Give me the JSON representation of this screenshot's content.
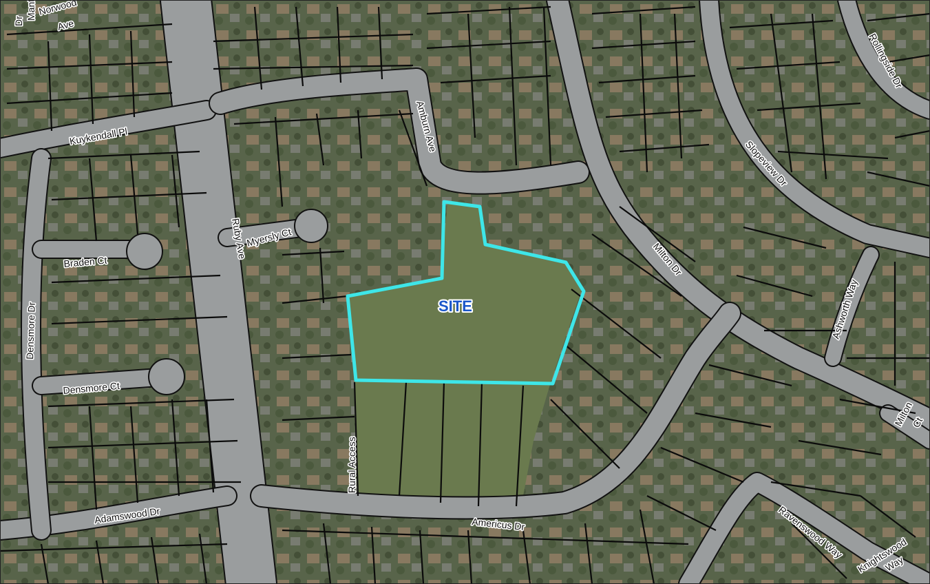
{
  "map": {
    "site_label": "SITE",
    "colors": {
      "site_outline": "#3ee6e8",
      "site_label": "#1a56c9",
      "parcel_lines": "#0b0b0b",
      "road_surface": "#9a9d9e",
      "vegetation": "#5d6a4e"
    },
    "street_labels": {
      "norwood_ave_1": "Norwood",
      "norwood_ave_2": "Ave",
      "mantis_dr_1": "Mantis",
      "mantis_dr_2": "Dr",
      "kuykendall_pl": "Kuykendall Pl",
      "amburn_ave": "Amburn Ave",
      "rollingside_dr": "Rollingside Dr",
      "slopeview_dr": "Slopeview Dr",
      "myersly_ct": "Myersly Ct",
      "ruby_ave": "Ruby Ave",
      "braden_ct": "Braden Ct",
      "densmore_dr": "Densmore Dr",
      "densmore_ct": "Densmore Ct",
      "milton_dr": "Milton Dr",
      "ashworth_way": "Ashworth Way",
      "milton_ct_1": "Milton",
      "milton_ct_2": "Ct",
      "rural_access": "Rural Access",
      "adamswood_dr": "Adamswood Dr",
      "americus_dr": "Americus Dr",
      "ravenswood_way": "Ravenswood Way",
      "knightswood_way_1": "Knightswood",
      "knightswood_way_2": "Way"
    }
  }
}
